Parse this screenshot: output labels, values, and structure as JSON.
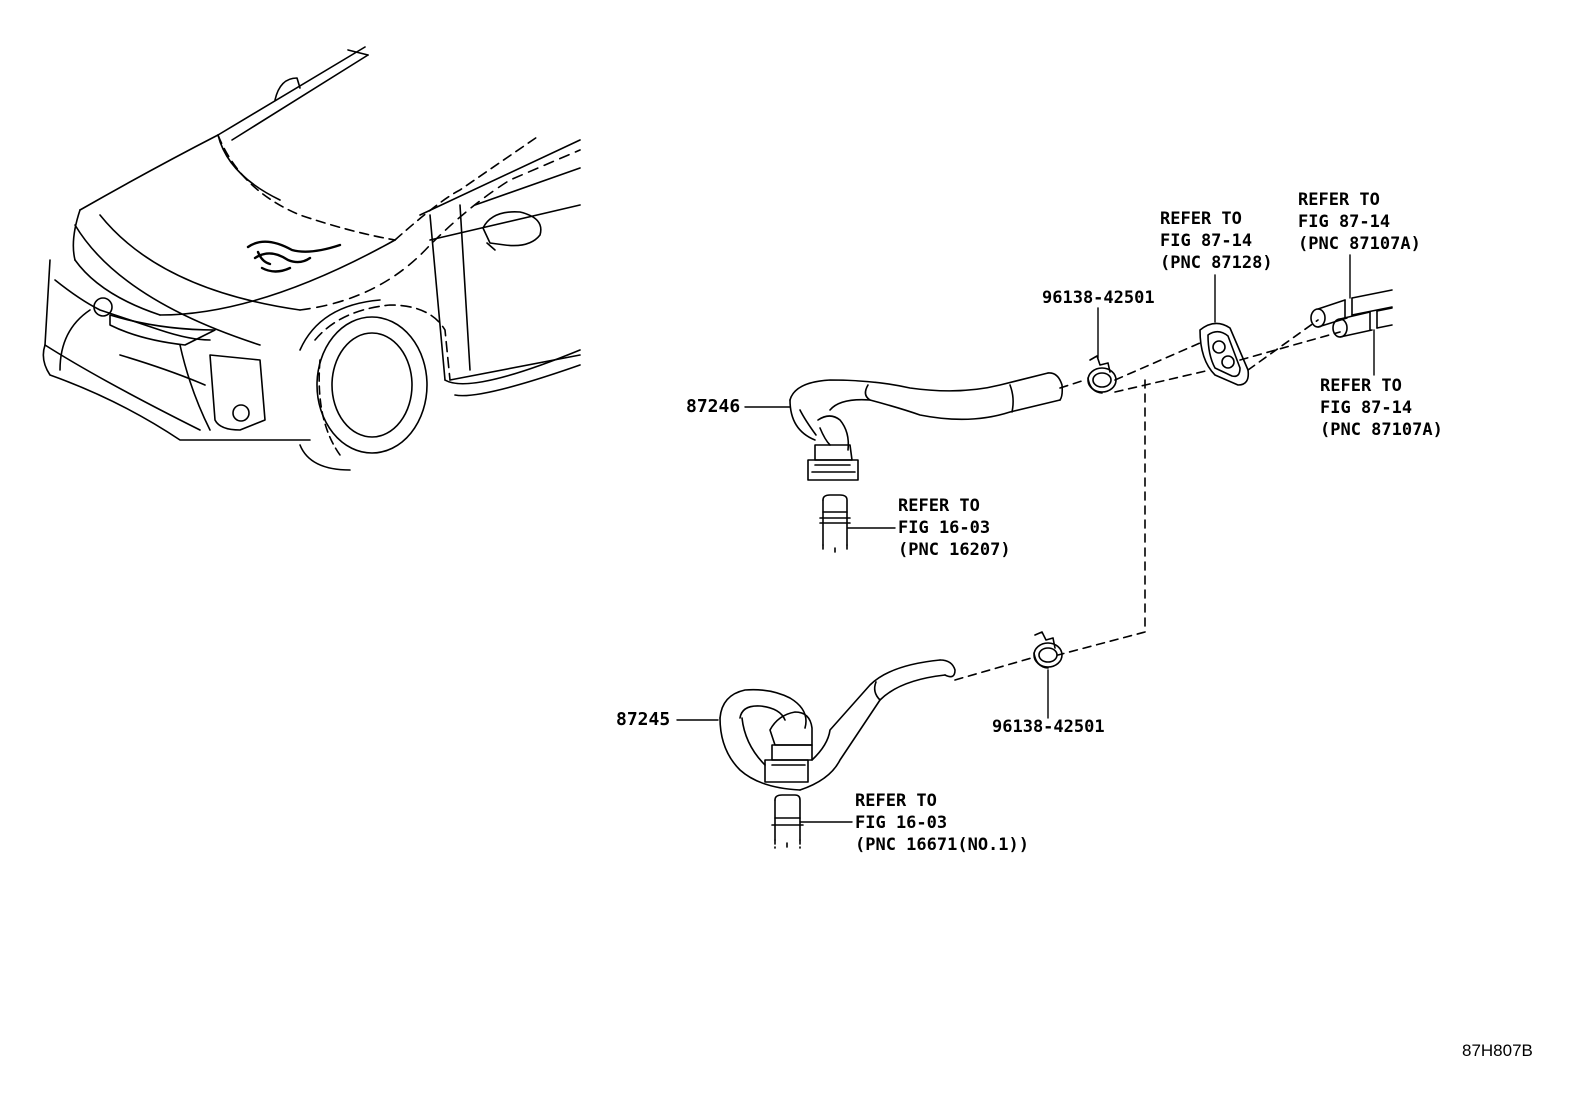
{
  "parts": {
    "hose_upper": "87246",
    "hose_lower": "87245",
    "clip_upper": "96138-42501",
    "clip_lower": "96138-42501"
  },
  "references": {
    "grommet": {
      "line1": "REFER TO",
      "line2": "FIG 87-14",
      "line3": "(PNC 87128)"
    },
    "pipe_top": {
      "line1": "REFER TO",
      "line2": "FIG 87-14",
      "line3": "(PNC 87107A)"
    },
    "pipe_bottom": {
      "line1": "REFER TO",
      "line2": "FIG 87-14",
      "line3": "(PNC 87107A)"
    },
    "engine_upper": {
      "line1": "REFER TO",
      "line2": "FIG 16-03",
      "line3": "(PNC 16207)"
    },
    "engine_lower": {
      "line1": "REFER TO",
      "line2": "FIG 16-03",
      "line3": "(PNC 16671(NO.1))"
    }
  },
  "figure_code": "87H807B"
}
